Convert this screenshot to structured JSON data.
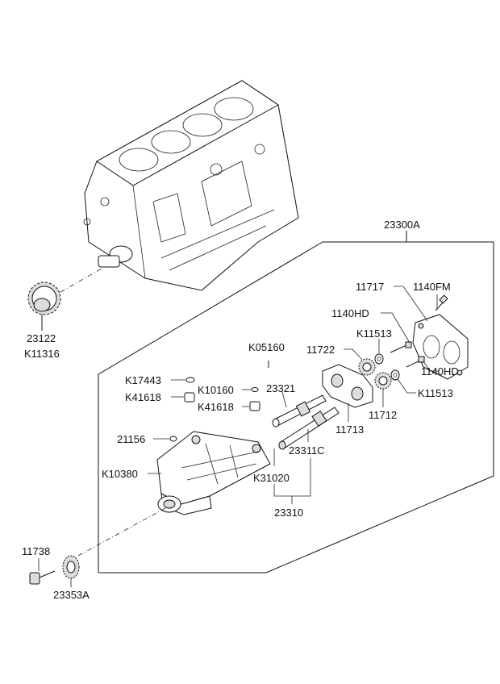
{
  "labels": {
    "assembly": "23300A",
    "p23122": "23122",
    "k11316": "K11316",
    "p11717": "11717",
    "p1140fm": "1140FM",
    "p1140hd_a": "1140HD",
    "k11513_a": "K11513",
    "p11722": "11722",
    "k05160": "K05160",
    "p1140hd_b": "1140HD",
    "k11513_b": "K11513",
    "k17443": "K17443",
    "k10160": "K10160",
    "p23321": "23321",
    "k41618_a": "K41618",
    "k41618_b": "K41618",
    "p11712": "11712",
    "p11713": "11713",
    "p21156": "21156",
    "p23311c": "23311C",
    "k10380": "K10380",
    "k31020": "K31020",
    "p23310": "23310",
    "p11738": "11738",
    "p23353a": "23353A"
  }
}
